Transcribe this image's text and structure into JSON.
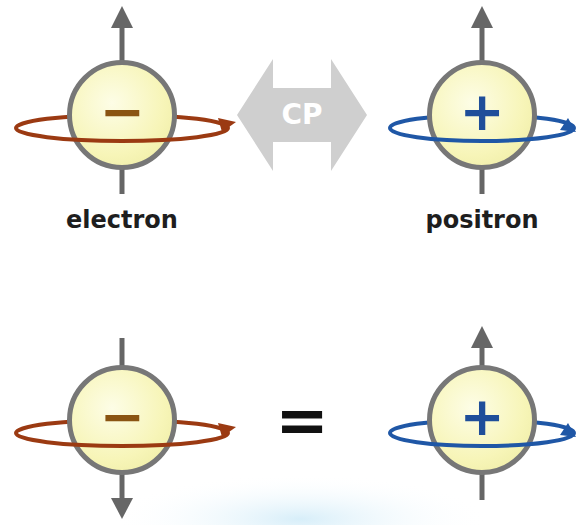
{
  "diagram": {
    "nodes": [
      {
        "text": [
          "−",
          "electron"
        ]
      },
      {
        "text": [
          "+",
          "positron"
        ]
      },
      {
        "text": [
          "−"
        ]
      },
      {
        "text": [
          "+"
        ]
      }
    ],
    "edges": [
      {
        "from": 0,
        "to": 1,
        "label": "CP",
        "arrow": "both"
      }
    ],
    "labels": [
      "="
    ]
  }
}
